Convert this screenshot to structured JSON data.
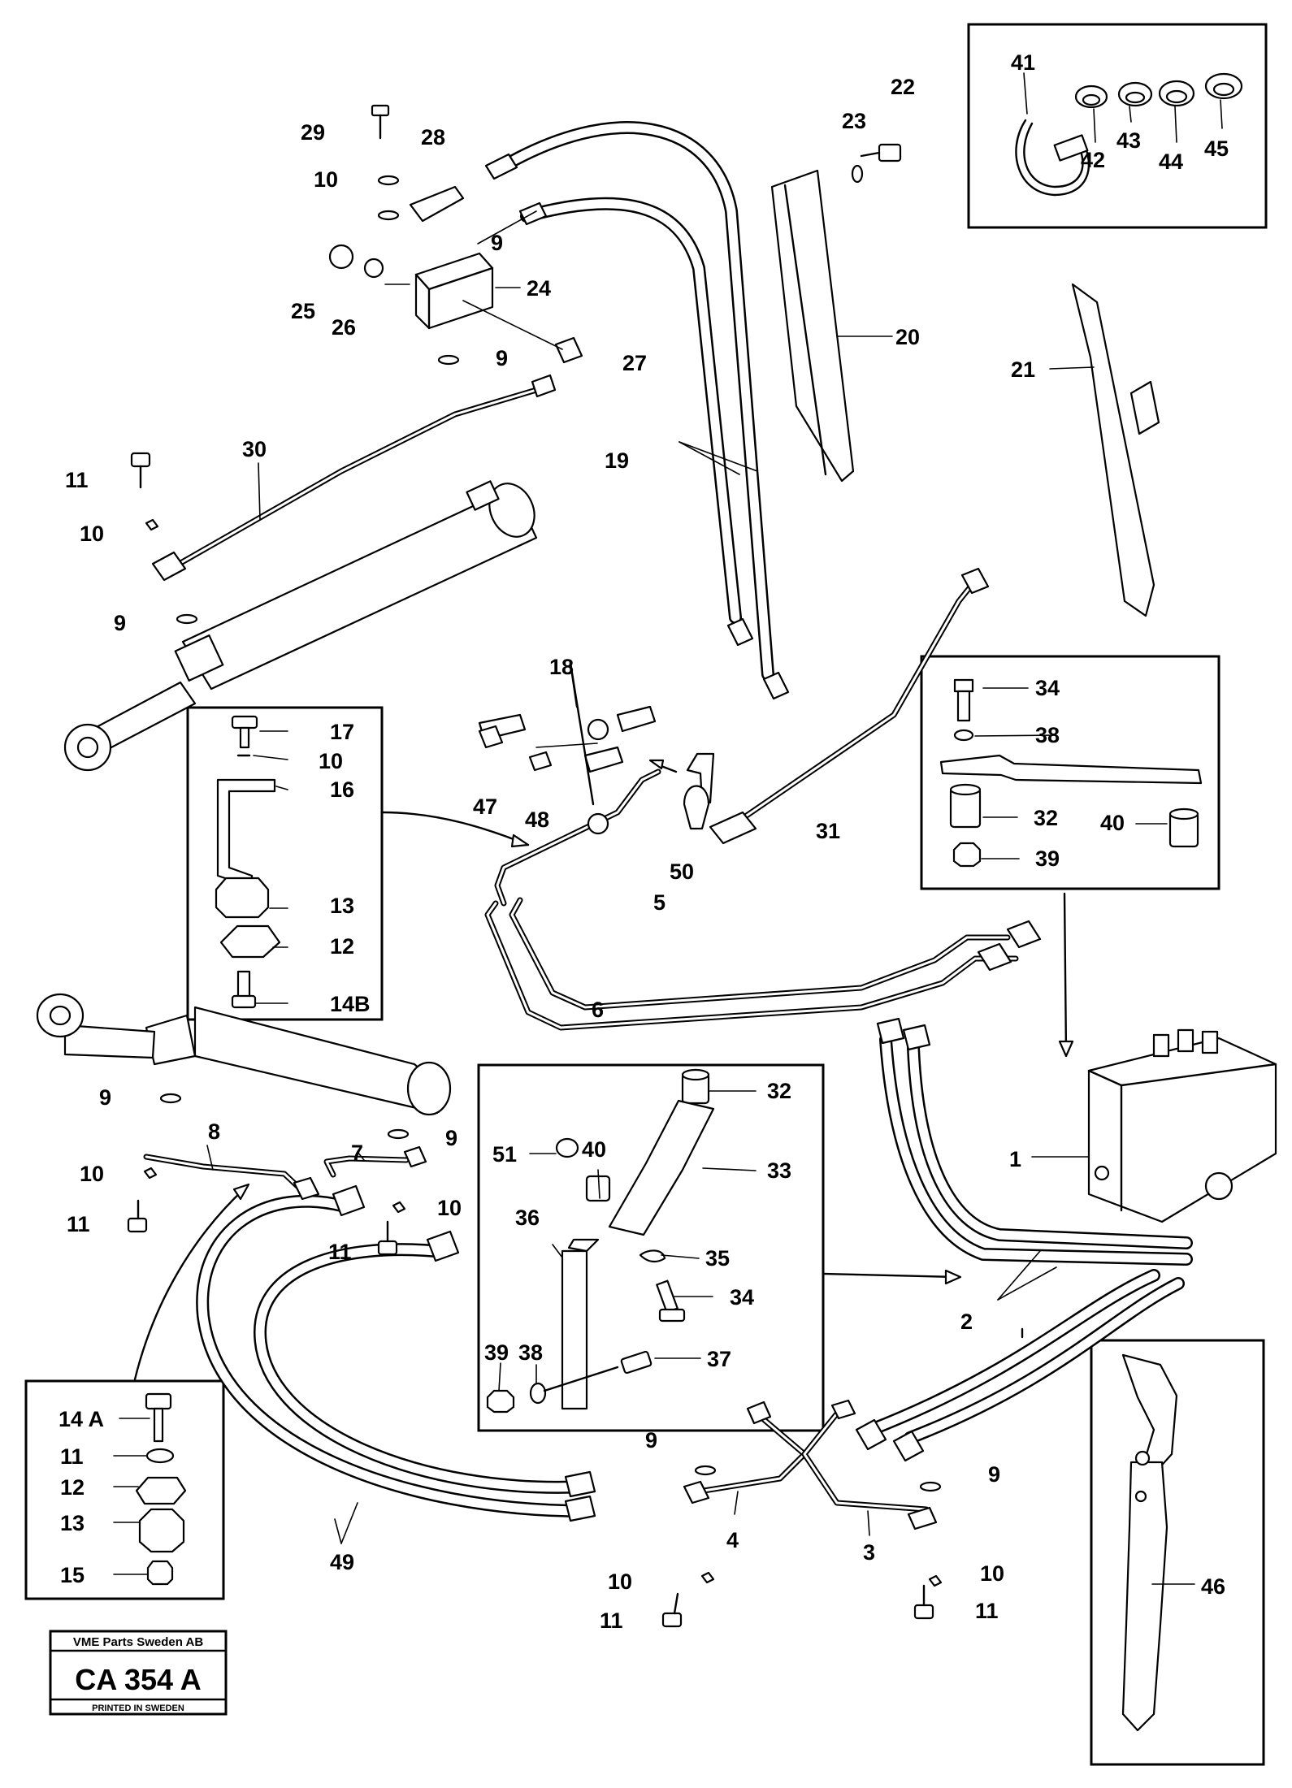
{
  "callouts": [
    {
      "id": "c1",
      "text": "1"
    },
    {
      "id": "c2",
      "text": "2"
    },
    {
      "id": "c3",
      "text": "3"
    },
    {
      "id": "c4",
      "text": "4"
    },
    {
      "id": "c5",
      "text": "5"
    },
    {
      "id": "c6",
      "text": "6"
    },
    {
      "id": "c7",
      "text": "7"
    },
    {
      "id": "c8",
      "text": "8"
    },
    {
      "id": "c9a",
      "text": "9"
    },
    {
      "id": "c9b",
      "text": "9"
    },
    {
      "id": "c9c",
      "text": "9"
    },
    {
      "id": "c9d",
      "text": "9"
    },
    {
      "id": "c9e",
      "text": "9"
    },
    {
      "id": "c9f",
      "text": "9"
    },
    {
      "id": "c9g",
      "text": "9"
    },
    {
      "id": "c10a",
      "text": "10"
    },
    {
      "id": "c10b",
      "text": "10"
    },
    {
      "id": "c10c",
      "text": "10"
    },
    {
      "id": "c10d",
      "text": "10"
    },
    {
      "id": "c10e",
      "text": "10"
    },
    {
      "id": "c10f",
      "text": "10"
    },
    {
      "id": "c10g",
      "text": "10"
    },
    {
      "id": "c11a",
      "text": "11"
    },
    {
      "id": "c11b",
      "text": "11"
    },
    {
      "id": "c11c",
      "text": "11"
    },
    {
      "id": "c11d",
      "text": "11"
    },
    {
      "id": "c11e",
      "text": "11"
    },
    {
      "id": "c11f",
      "text": "11"
    },
    {
      "id": "c12a",
      "text": "12"
    },
    {
      "id": "c12b",
      "text": "12"
    },
    {
      "id": "c13a",
      "text": "13"
    },
    {
      "id": "c13b",
      "text": "13"
    },
    {
      "id": "c14a",
      "text": "14 A"
    },
    {
      "id": "c14b",
      "text": "14B"
    },
    {
      "id": "c15",
      "text": "15"
    },
    {
      "id": "c16",
      "text": "16"
    },
    {
      "id": "c17",
      "text": "17"
    },
    {
      "id": "c18",
      "text": "18"
    },
    {
      "id": "c19",
      "text": "19"
    },
    {
      "id": "c20",
      "text": "20"
    },
    {
      "id": "c21",
      "text": "21"
    },
    {
      "id": "c22",
      "text": "22"
    },
    {
      "id": "c23",
      "text": "23"
    },
    {
      "id": "c24",
      "text": "24"
    },
    {
      "id": "c25",
      "text": "25"
    },
    {
      "id": "c26",
      "text": "26"
    },
    {
      "id": "c27",
      "text": "27"
    },
    {
      "id": "c28",
      "text": "28"
    },
    {
      "id": "c29",
      "text": "29"
    },
    {
      "id": "c30",
      "text": "30"
    },
    {
      "id": "c31",
      "text": "31"
    },
    {
      "id": "c32a",
      "text": "32"
    },
    {
      "id": "c32b",
      "text": "32"
    },
    {
      "id": "c33",
      "text": "33"
    },
    {
      "id": "c34a",
      "text": "34"
    },
    {
      "id": "c34b",
      "text": "34"
    },
    {
      "id": "c35",
      "text": "35"
    },
    {
      "id": "c36",
      "text": "36"
    },
    {
      "id": "c37",
      "text": "37"
    },
    {
      "id": "c38a",
      "text": "38"
    },
    {
      "id": "c38b",
      "text": "38"
    },
    {
      "id": "c39a",
      "text": "39"
    },
    {
      "id": "c39b",
      "text": "39"
    },
    {
      "id": "c40a",
      "text": "40"
    },
    {
      "id": "c40b",
      "text": "40"
    },
    {
      "id": "c41",
      "text": "41"
    },
    {
      "id": "c42",
      "text": "42"
    },
    {
      "id": "c43",
      "text": "43"
    },
    {
      "id": "c44",
      "text": "44"
    },
    {
      "id": "c45",
      "text": "45"
    },
    {
      "id": "c46",
      "text": "46"
    },
    {
      "id": "c47",
      "text": "47"
    },
    {
      "id": "c48",
      "text": "48"
    },
    {
      "id": "c49",
      "text": "49"
    },
    {
      "id": "c50",
      "text": "50"
    },
    {
      "id": "c51",
      "text": "51"
    }
  ],
  "stamp": {
    "company": "VME Parts Sweden AB",
    "code": "CA 354 A",
    "printed": "PRINTED IN SWEDEN"
  }
}
